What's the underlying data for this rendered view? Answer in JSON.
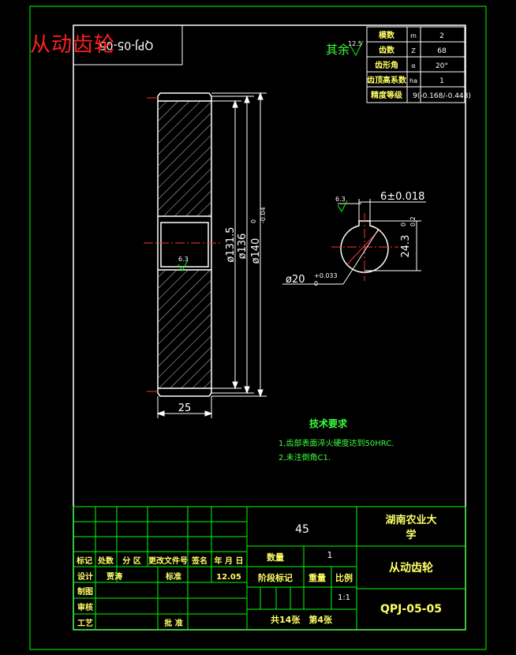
{
  "corner_title": "从动齿轮",
  "code_box": "QPJ-05-05",
  "roughness_note": {
    "prefix": "其余",
    "value": "12.5"
  },
  "params": [
    {
      "name": "模数",
      "symbol": "m",
      "value": "2"
    },
    {
      "name": "齿数",
      "symbol": "Z",
      "value": "68"
    },
    {
      "name": "齿形角",
      "symbol": "α",
      "value": "20°"
    },
    {
      "name": "齿顶高系数",
      "symbol": "ha",
      "value": "1"
    },
    {
      "name": "精度等级",
      "symbol": "",
      "value": "9(-0.168/-0.448)"
    }
  ],
  "dims": {
    "d1": "ø131.5",
    "d2": "ø136",
    "d3": "ø140",
    "d3_tol_up": "0",
    "d3_tol_low": "-0.04",
    "width": "25",
    "key_width": "6±0.018",
    "key_depth": "24.3",
    "key_depth_tol_up": "0",
    "key_depth_tol_low": "0.2",
    "bore": "ø20",
    "bore_tol_up": "+0.033",
    "bore_tol_low": "0",
    "rough_a": "6.3",
    "rough_b": "6.3"
  },
  "tech": {
    "title": "技术要求",
    "items": [
      "1,齿部表面淬火硬度达到50HRC.",
      "2,未注倒角C1."
    ]
  },
  "title_block": {
    "material": "45",
    "school": "湖南农业大学",
    "part_name": "从动齿轮",
    "drawing_no": "QPJ-05-05",
    "qty_label": "数量",
    "qty": "1",
    "stage_label": "阶段标记",
    "weight_label": "重量",
    "scale_label": "比例",
    "scale": "1:1",
    "sheets": "共14张　第4张",
    "rev_headers": [
      "标记",
      "处数",
      "分 区",
      "更改文件号",
      "签名",
      "年 月 日"
    ],
    "design_label": "设计",
    "designer": "贾涛",
    "std_label": "标准",
    "date": "12.05",
    "draw_label": "制图",
    "check_label": "审核",
    "process_label": "工艺",
    "approve_label": "批 准"
  }
}
